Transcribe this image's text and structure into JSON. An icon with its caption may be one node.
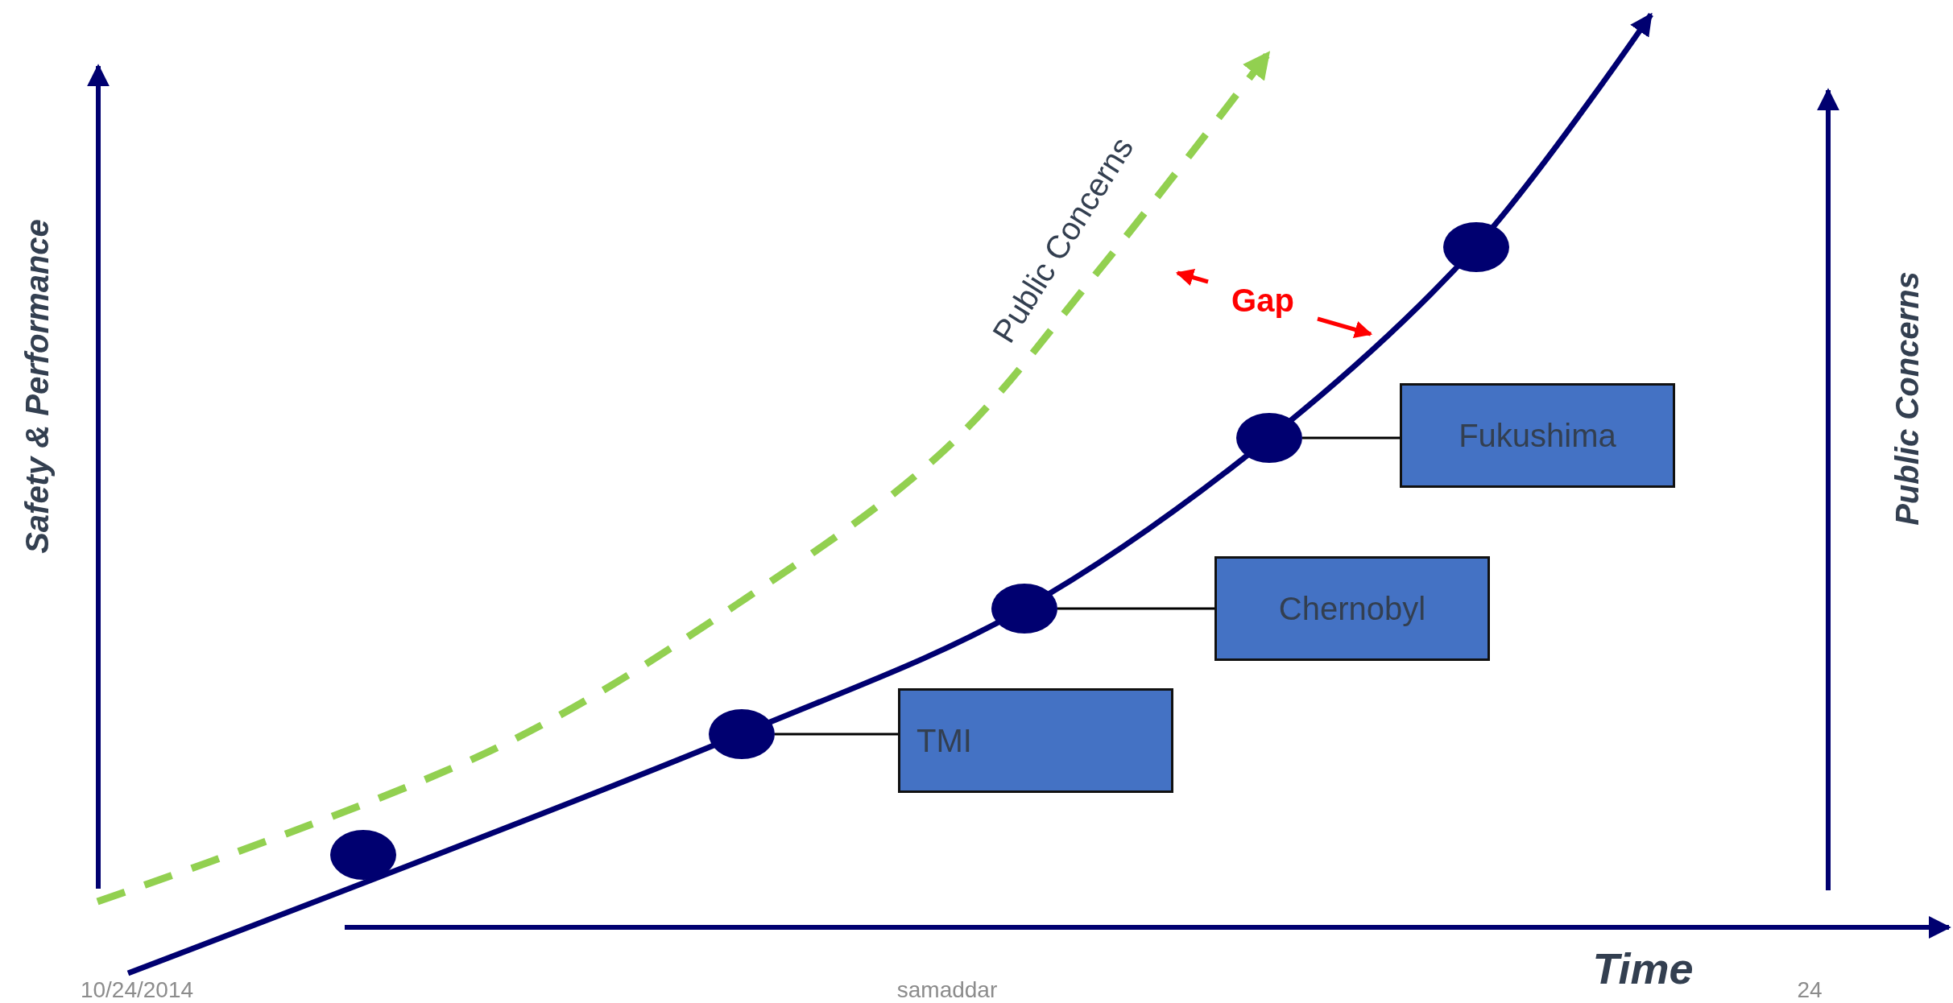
{
  "diagram": {
    "nodes": [
      {
        "text": [],
        "shape": "circle"
      },
      {
        "text": [],
        "shape": "circle"
      },
      {
        "text": [],
        "shape": "circle"
      },
      {
        "text": [],
        "shape": "circle"
      },
      {
        "text": [],
        "shape": "circle"
      },
      {
        "text": [
          "TMI"
        ]
      },
      {
        "text": [
          "Chernobyl"
        ]
      },
      {
        "text": [
          "Fukushima"
        ]
      },
      {
        "text": [
          "Gap"
        ]
      }
    ],
    "edges": [
      {
        "from": 1,
        "to": 5,
        "arrow": "none"
      },
      {
        "from": 2,
        "to": 6,
        "arrow": "none"
      },
      {
        "from": 3,
        "to": 7,
        "arrow": "none"
      },
      {
        "from": 8,
        "to": null,
        "arrow": "to",
        "color": "#ff0000"
      },
      {
        "from": 8,
        "to": null,
        "arrow": "to",
        "color": "#ff0000"
      }
    ],
    "labels": [
      "Safety & Performance",
      "Public Concerns",
      "Public Concerns",
      "Time",
      "10/24/2014",
      "samaddar",
      "24"
    ]
  }
}
